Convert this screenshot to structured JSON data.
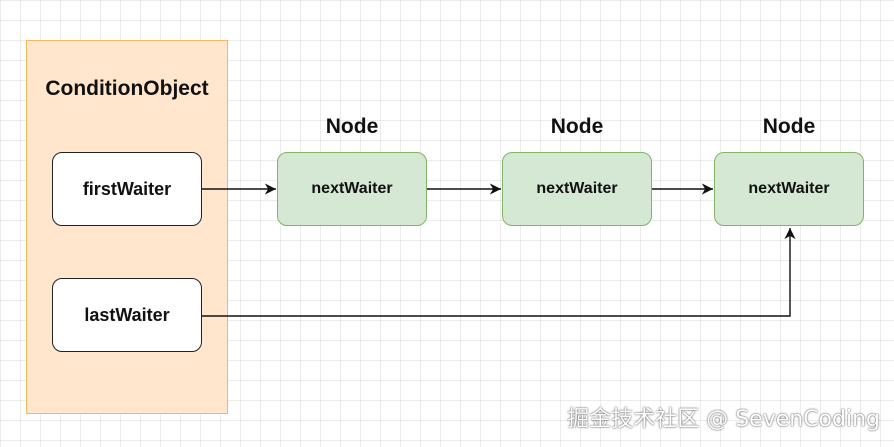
{
  "container": {
    "title": "ConditionObject"
  },
  "fields": {
    "first": "firstWaiter",
    "last": "lastWaiter"
  },
  "nodes": [
    {
      "label": "Node",
      "field": "nextWaiter"
    },
    {
      "label": "Node",
      "field": "nextWaiter"
    },
    {
      "label": "Node",
      "field": "nextWaiter"
    }
  ],
  "watermark": "掘金技术社区 @ SevenCoding",
  "colors": {
    "container_fill": "#ffe6cc",
    "container_stroke": "#f0b95e",
    "node_fill": "#d5e8d4",
    "node_stroke": "#82b366"
  }
}
